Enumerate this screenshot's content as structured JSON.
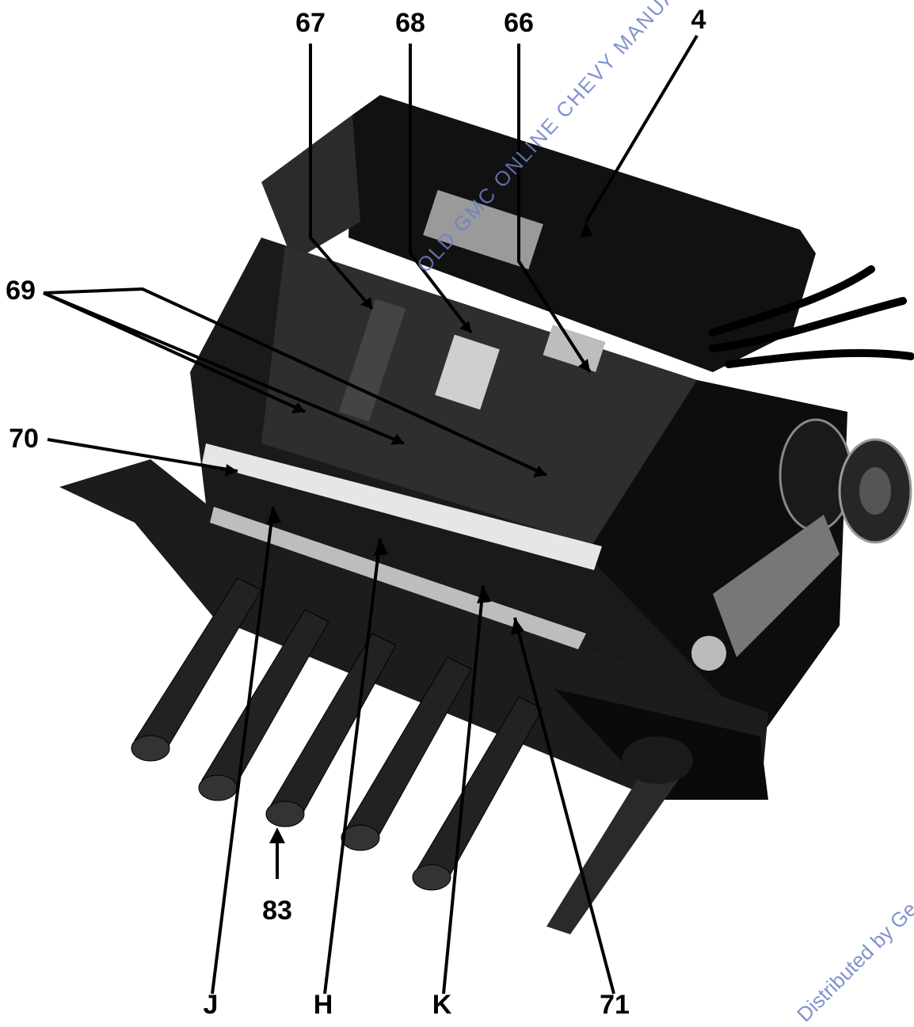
{
  "callouts": {
    "c67": "67",
    "c68": "68",
    "c66": "66",
    "c4": "4",
    "c69": "69",
    "c70": "70",
    "c83": "83",
    "cJ": "J",
    "cH": "H",
    "cK": "K",
    "c71": "71"
  },
  "watermarks": {
    "diagonal": "OLD GMC ONLINE CHEVY MANUALS",
    "corner": "Distributed by Ge"
  },
  "colors": {
    "ink": "#000000",
    "metal_dark": "#111111",
    "metal_mid": "#3a3a3a",
    "highlight": "#d9d9d9",
    "watermark": "#6b7fc7"
  }
}
